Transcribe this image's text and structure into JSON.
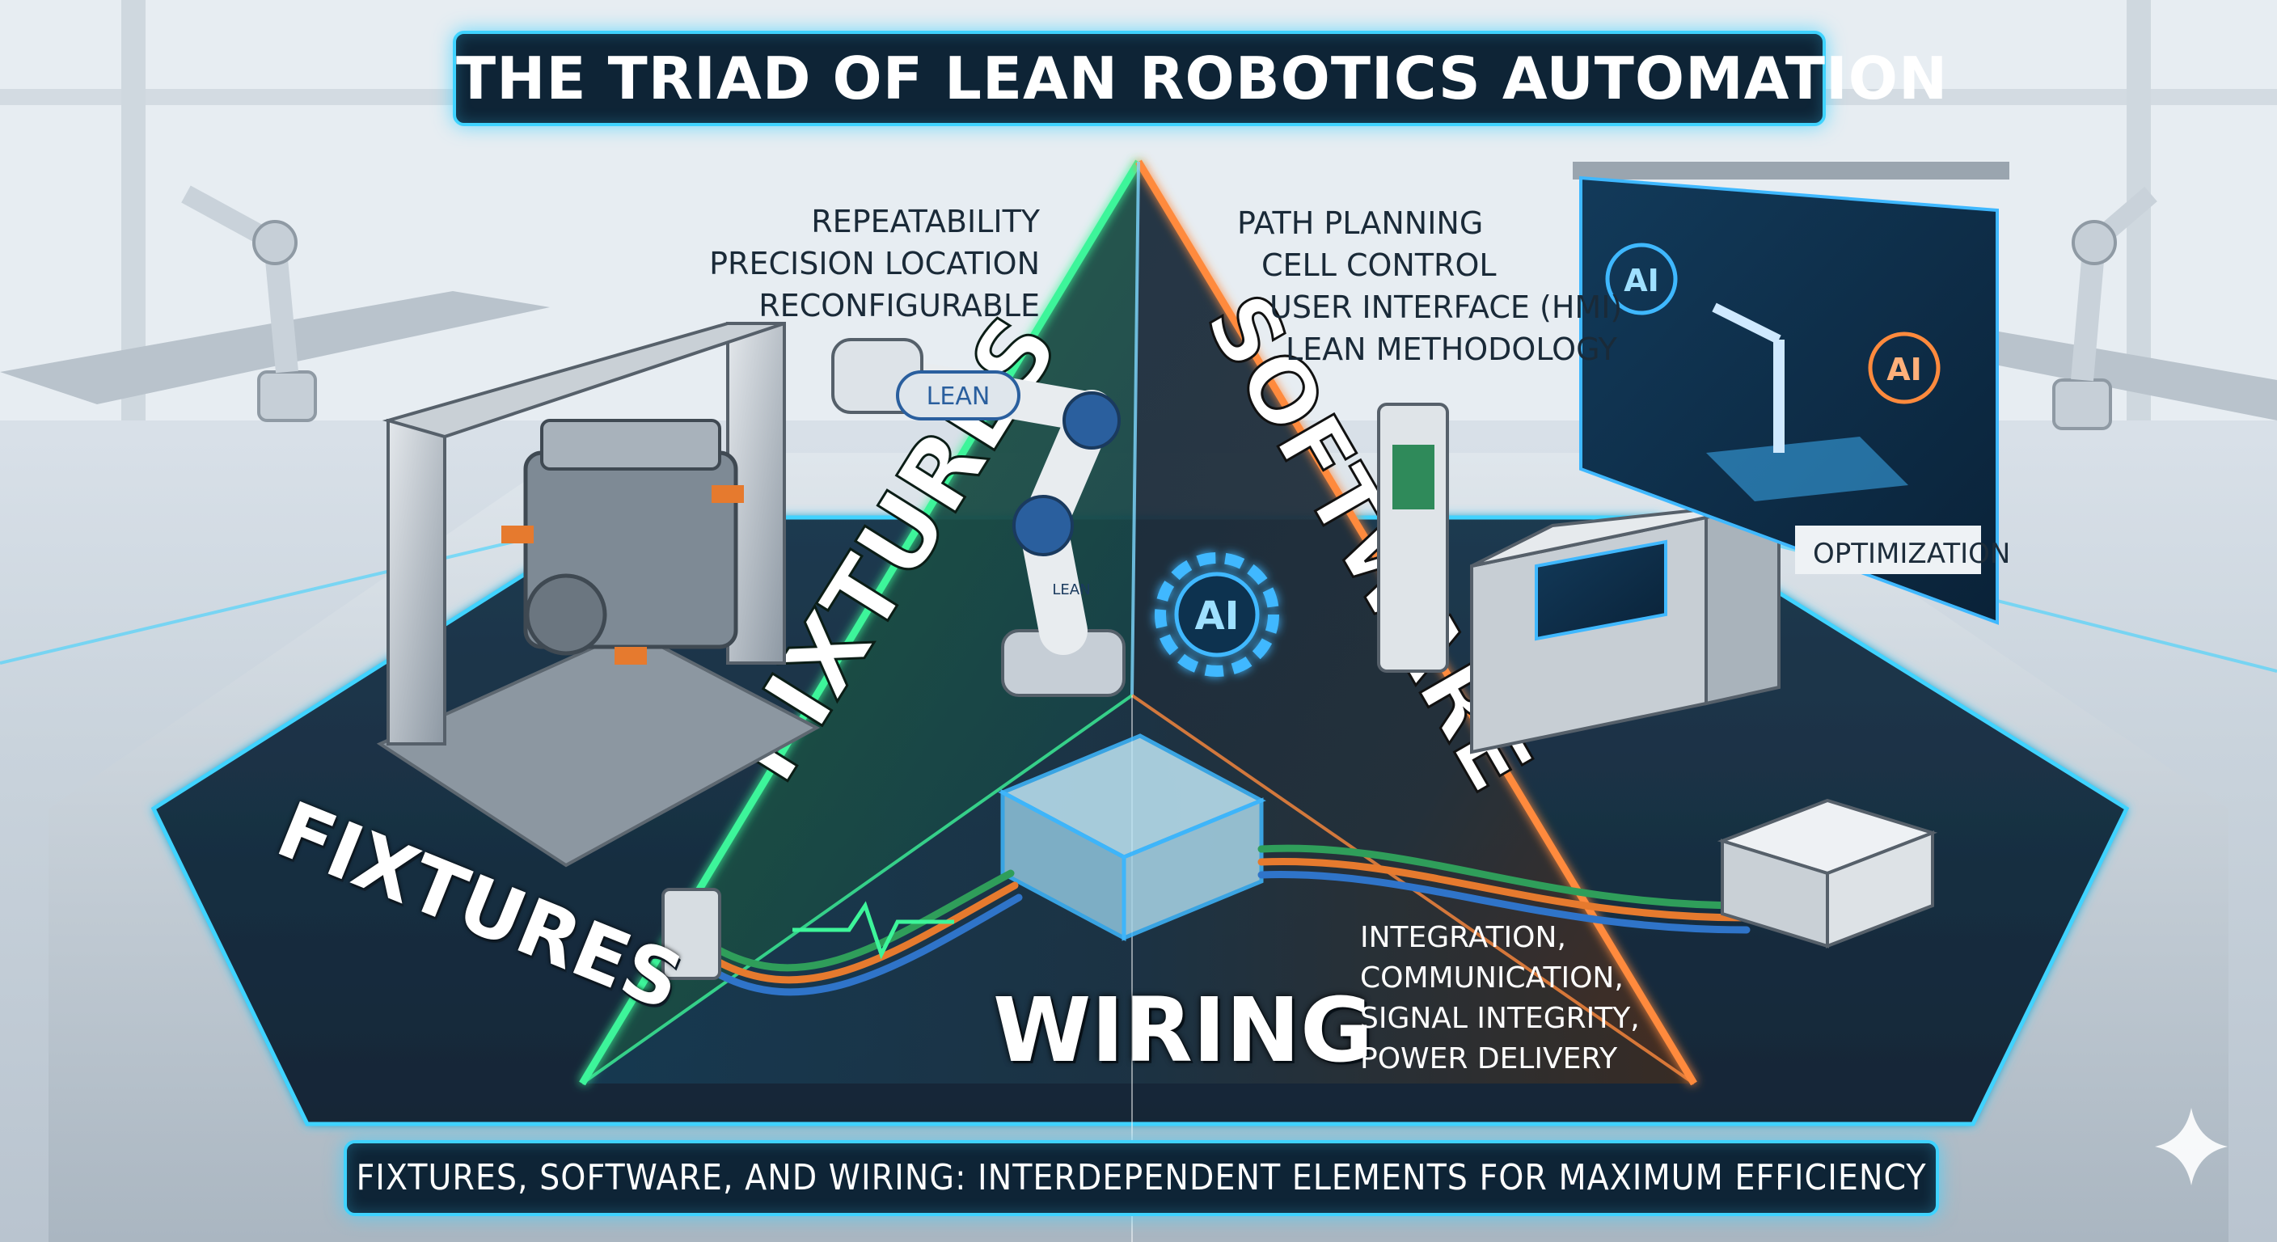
{
  "header": {
    "title": "THE TRIAD OF LEAN ROBOTICS AUTOMATION"
  },
  "footer": {
    "caption": "FIXTURES, SOFTWARE, AND WIRING: INTERDEPENDENT ELEMENTS FOR MAXIMUM EFFICIENCY"
  },
  "triangle": {
    "left_face": "FIXTURES",
    "right_face": "SOFTWARE",
    "base": "WIRING"
  },
  "fixtures": {
    "big_label": "FIXTURES",
    "attributes": [
      "REPEATABILITY",
      "PRECISION LOCATION",
      "RECONFIGURABLE"
    ]
  },
  "software": {
    "attributes": [
      "PATH PLANNING",
      "CELL CONTROL",
      "USER INTERFACE (HMI)",
      "LEAN METHODOLOGY"
    ],
    "gear_badge": "AI"
  },
  "wiring": {
    "attributes": [
      "INTEGRATION,",
      "COMMUNICATION,",
      "SIGNAL INTEGRITY,",
      "POWER DELIVERY"
    ]
  },
  "robot_arm": {
    "badge": "LEAN",
    "wrist_text": "LEAN"
  },
  "screen": {
    "badge_left": "AI",
    "badge_right": "AI",
    "caption": "OPTIMIZATION"
  },
  "colors": {
    "fixtures_green": "#3df59a",
    "software_orange": "#ff8a3d",
    "wiring_blue": "#3fd3ff",
    "banner_bg": "#0e2436",
    "floor_panel": "#1b3346"
  },
  "icons": [
    "lean-robot-arm-icon",
    "engine-block-icon",
    "ai-gear-icon",
    "junction-box-icon",
    "control-cabinet-icon",
    "power-supply-icon",
    "sparkle-icon",
    "pulse-wave-icon"
  ]
}
